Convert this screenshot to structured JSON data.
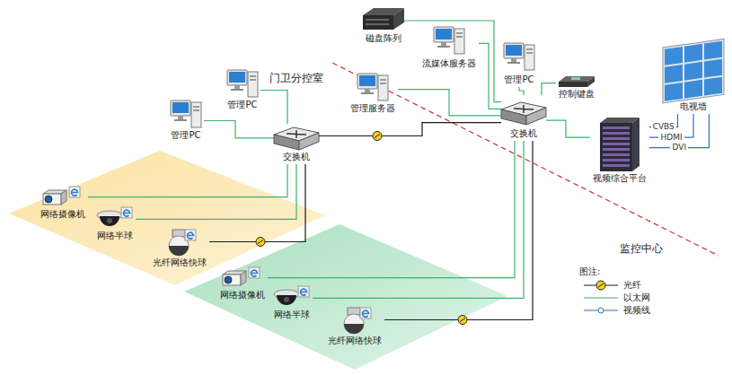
{
  "diagram": {
    "nodes": [
      {
        "text": [
          "磁盘阵列"
        ]
      },
      {
        "text": [
          "流媒体服务器"
        ]
      },
      {
        "text": [
          "管理PC"
        ]
      },
      {
        "text": [
          "控制键盘"
        ]
      },
      {
        "text": [
          "管理服务器"
        ]
      },
      {
        "text": [
          "交换机"
        ]
      },
      {
        "text": [
          "视频综合平台"
        ]
      },
      {
        "text": [
          "电视墙"
        ]
      },
      {
        "text": [
          "管理PC"
        ]
      },
      {
        "text": [
          "管理PC"
        ]
      },
      {
        "text": [
          "交换机"
        ]
      },
      {
        "text": [
          "网络摄像机"
        ]
      },
      {
        "text": [
          "网络半球"
        ]
      },
      {
        "text": [
          "光纤网络快球"
        ]
      },
      {
        "text": [
          "网络摄像机"
        ]
      },
      {
        "text": [
          "网络半球"
        ]
      },
      {
        "text": [
          "光纤网络快球"
        ]
      }
    ],
    "edges": [
      {
        "from": 5,
        "to": 0,
        "arrow": "none"
      },
      {
        "from": 5,
        "to": 1,
        "arrow": "none"
      },
      {
        "from": 5,
        "to": 2,
        "arrow": "none"
      },
      {
        "from": 5,
        "to": 3,
        "arrow": "none"
      },
      {
        "from": 5,
        "to": 4,
        "arrow": "none"
      },
      {
        "from": 5,
        "to": 6,
        "arrow": "none"
      },
      {
        "from": 6,
        "to": 7,
        "label": "CVBS",
        "arrow": "none"
      },
      {
        "from": 6,
        "to": 7,
        "label": "HDMI",
        "arrow": "none"
      },
      {
        "from": 6,
        "to": 7,
        "label": "DVI",
        "arrow": "none"
      },
      {
        "from": 5,
        "to": 10,
        "arrow": "none"
      },
      {
        "from": 10,
        "to": 8,
        "arrow": "none"
      },
      {
        "from": 10,
        "to": 9,
        "arrow": "none"
      },
      {
        "from": 10,
        "to": 11,
        "arrow": "none"
      },
      {
        "from": 10,
        "to": 12,
        "arrow": "none"
      },
      {
        "from": 10,
        "to": 13,
        "arrow": "none"
      },
      {
        "from": 5,
        "to": 14,
        "arrow": "none"
      },
      {
        "from": 5,
        "to": 15,
        "arrow": "none"
      },
      {
        "from": 5,
        "to": 16,
        "arrow": "none"
      }
    ],
    "labels": [
      "门卫分控室",
      "监控中心",
      "图注:"
    ],
    "legend": [
      {
        "text": "光纤"
      },
      {
        "text": "以太网"
      },
      {
        "text": "视频线"
      }
    ]
  }
}
